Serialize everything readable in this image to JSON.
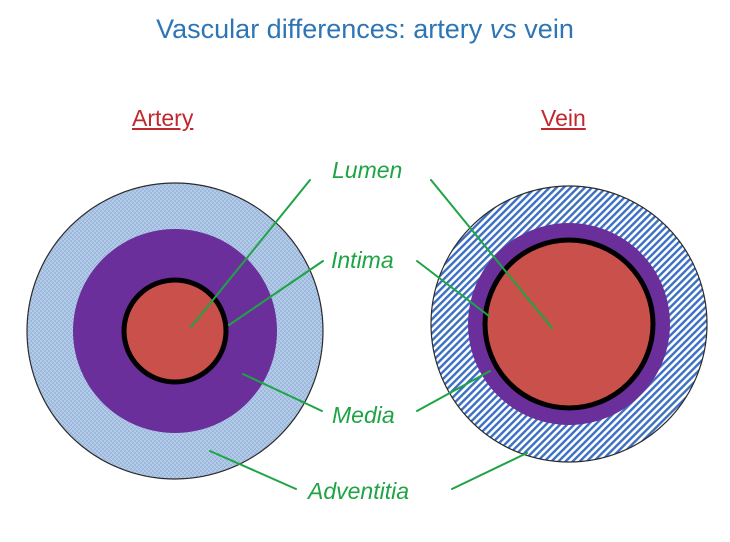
{
  "title": {
    "main": "Vascular differences: artery ",
    "italic": "vs",
    "end": " vein"
  },
  "headings": {
    "artery": "Artery",
    "vein": "Vein"
  },
  "labels": {
    "lumen": "Lumen",
    "intima": "Intima",
    "media": "Media",
    "adventitia": "Adventitia"
  },
  "colors": {
    "title": "#2e75b6",
    "heading": "#c0282d",
    "label": "#1ea444",
    "lumen": "#c9504b",
    "media": "#6a2f9b",
    "adventitia": "#a9c3e3",
    "vein_hatch": "#3b6fc4",
    "pointer": "#1ea444"
  }
}
